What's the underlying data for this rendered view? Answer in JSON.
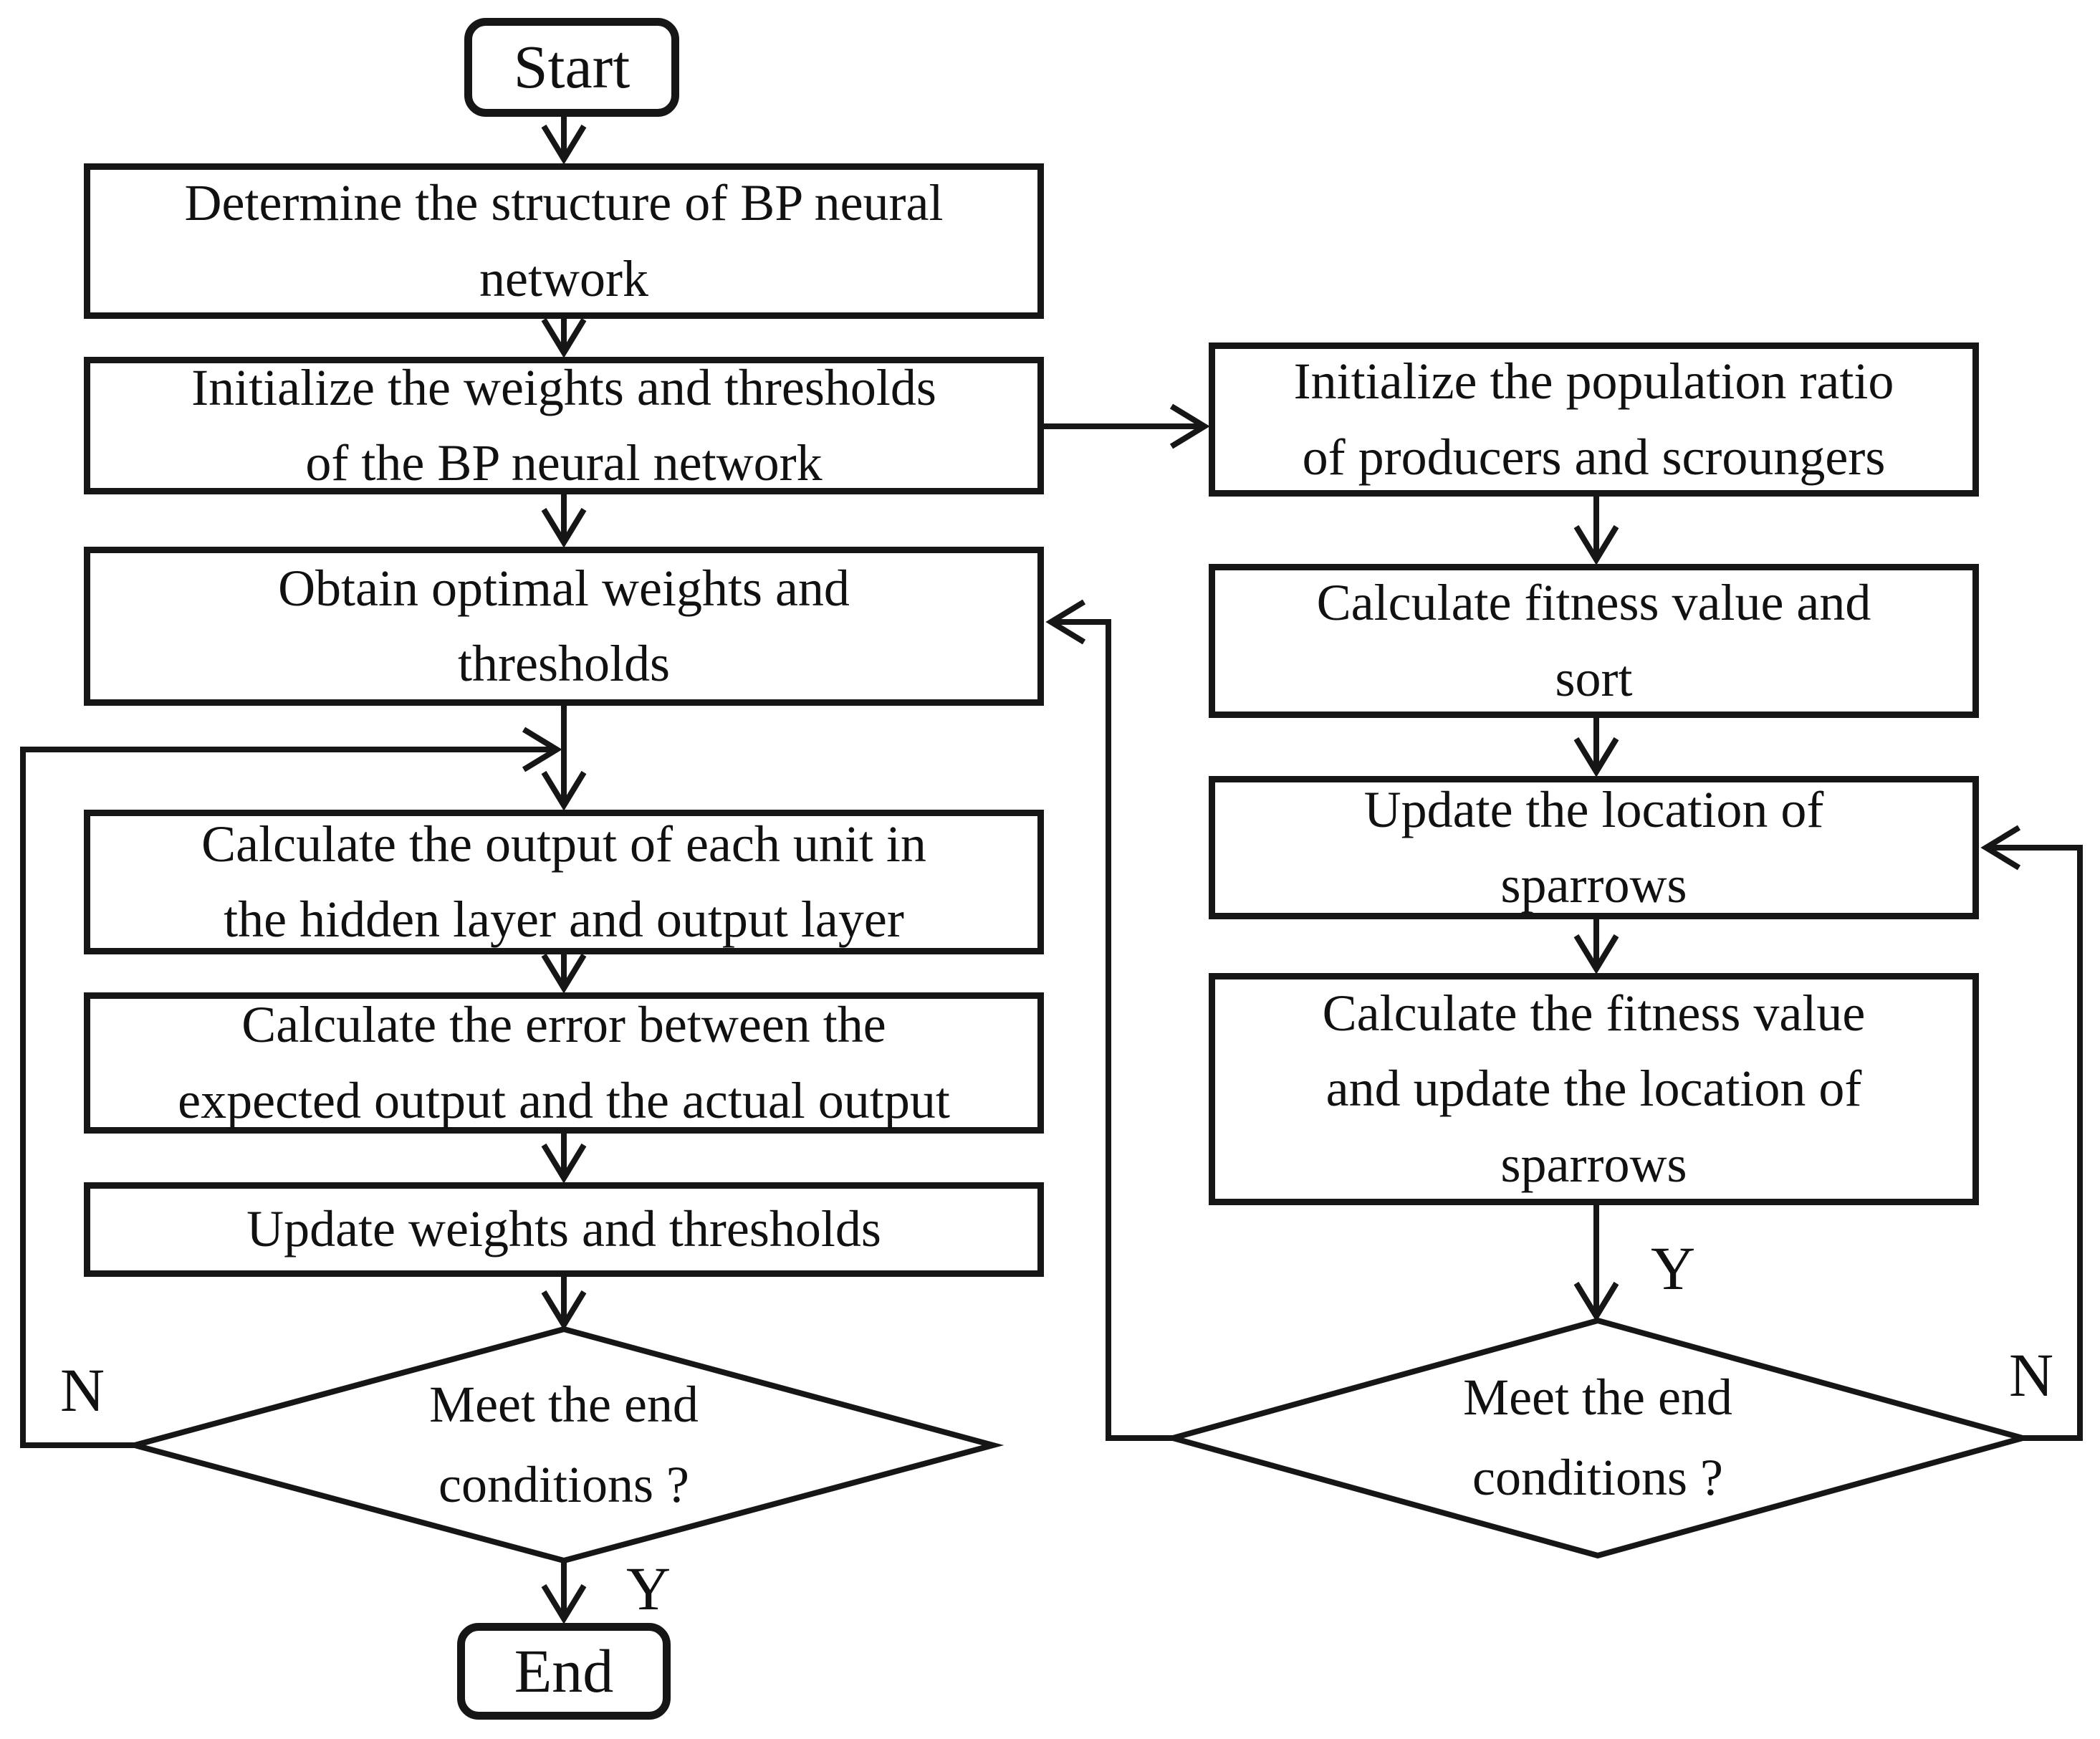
{
  "diagram": {
    "type": "flowchart",
    "nodes": {
      "start": {
        "label": "Start",
        "shape": "terminal"
      },
      "determine_structure": {
        "label": "Determine the structure of BP neural\nnetwork",
        "shape": "process"
      },
      "initialize_weights": {
        "label": "Initialize the weights and thresholds\nof the BP neural network",
        "shape": "process"
      },
      "obtain_optimal": {
        "label": "Obtain optimal weights and\nthresholds",
        "shape": "process"
      },
      "calc_unit_output": {
        "label": "Calculate the output of each unit in\nthe hidden layer and output layer",
        "shape": "process"
      },
      "calc_error": {
        "label": "Calculate the error between the\nexpected output and the actual output",
        "shape": "process"
      },
      "update_weights": {
        "label": "Update weights and thresholds",
        "shape": "process"
      },
      "bp_decision": {
        "label": "Meet the end\nconditions ?",
        "shape": "decision"
      },
      "end": {
        "label": "End",
        "shape": "terminal"
      },
      "init_population": {
        "label": "Initialize the population ratio\nof producers and scroungers",
        "shape": "process"
      },
      "calc_fitness_sort": {
        "label": "Calculate fitness value and\nsort",
        "shape": "process"
      },
      "update_location": {
        "label": "Update the location of\nsparrows",
        "shape": "process"
      },
      "calc_fitness_update": {
        "label": "Calculate the fitness value\nand update the location of\nsparrows",
        "shape": "process"
      },
      "ssa_decision": {
        "label": "Meet the end\nconditions ?",
        "shape": "decision"
      }
    },
    "branch_labels": {
      "bp_no": "N",
      "bp_yes": "Y",
      "ssa_yes": "Y",
      "ssa_no": "N"
    },
    "colors": {
      "line": "#161616",
      "node_fill": "#ffffff",
      "background": "#ffffff",
      "text": "#111111"
    }
  }
}
